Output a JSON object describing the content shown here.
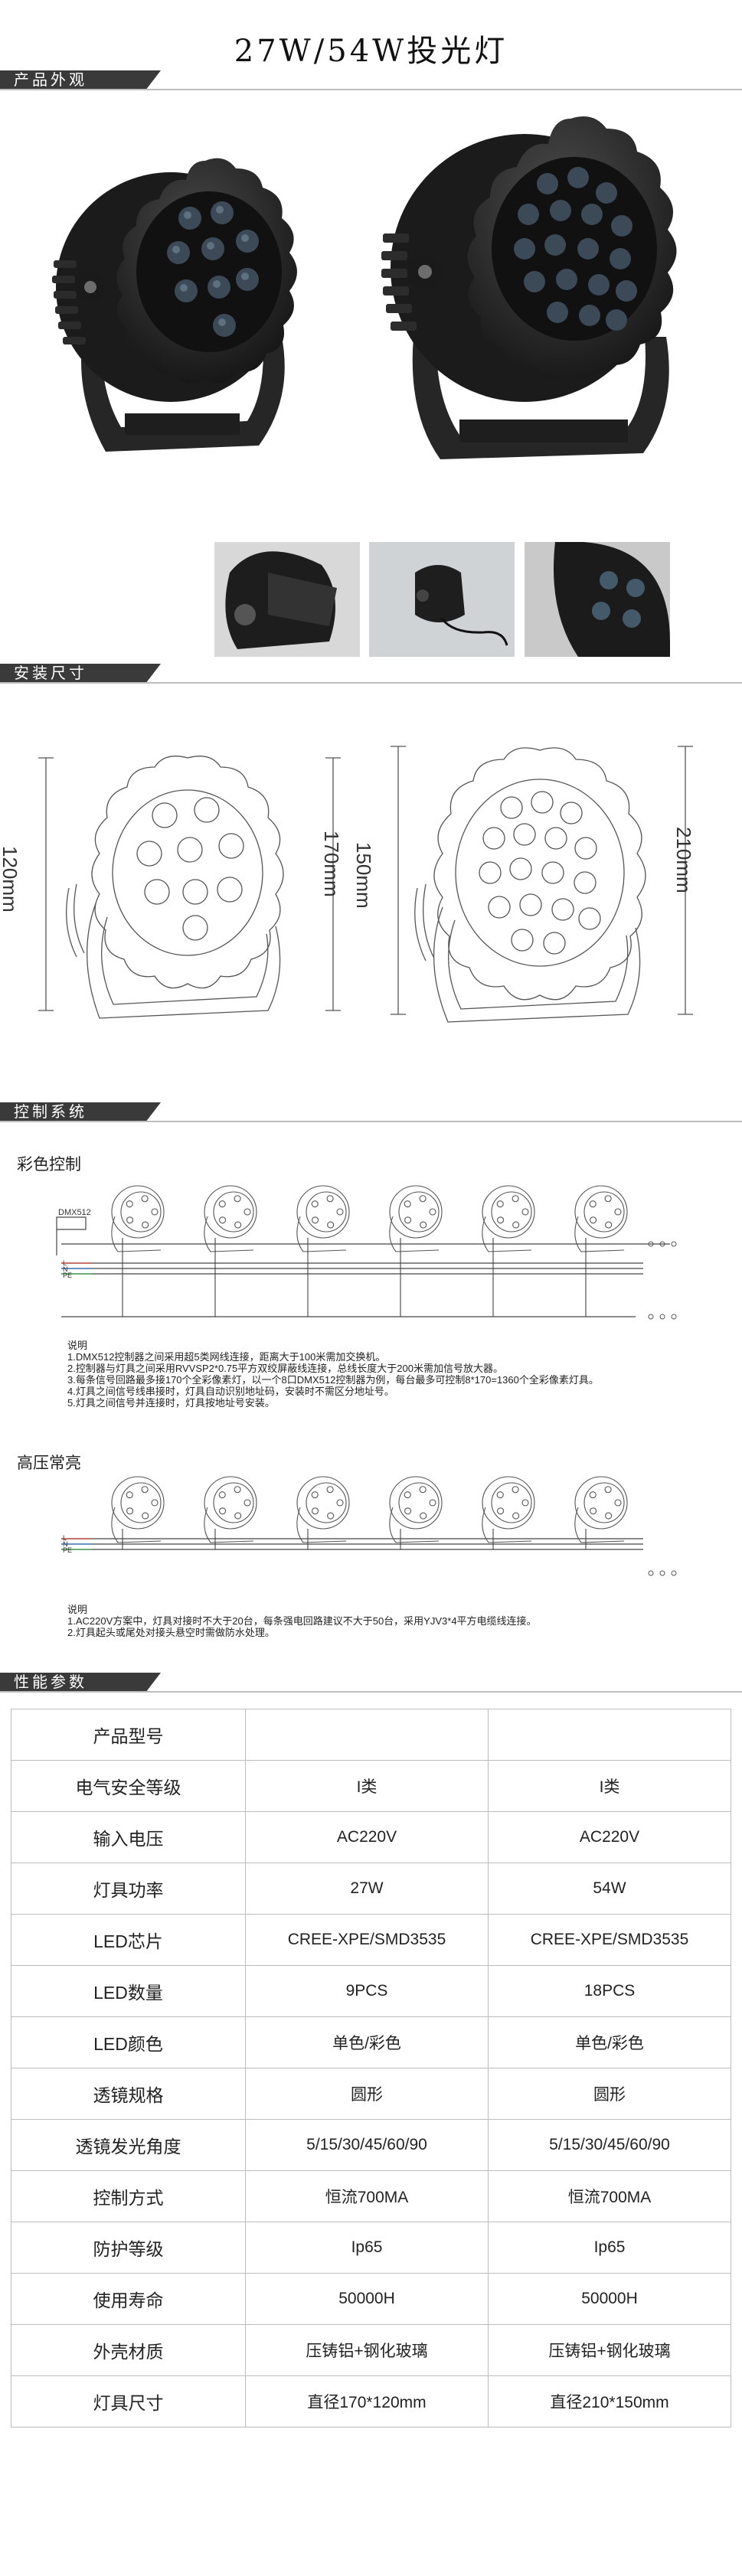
{
  "title": "27W/54W投光灯",
  "sections": {
    "appearance": "产品外观",
    "install": "安装尺寸",
    "control": "控制系统",
    "performance": "性能参数"
  },
  "dimensions": {
    "small_height": "120mm",
    "small_width": "170mm",
    "large_height": "150mm",
    "large_width": "210mm"
  },
  "control": {
    "rgb_title": "彩色控制",
    "dmx_label": "DMX512",
    "rgb_notes": [
      "说明",
      "1.DMX512控制器之间采用超5类网线连接，距离大于100米需加交换机。",
      "2.控制器与灯具之间采用RVVSP2*0.75平方双绞屏蔽线连接，总线长度大于200米需加信号放大器。",
      "3.每条信号回路最多接170个全彩像素灯，以一个8口DMX512控制器为例，每台最多可控制8*170=1360个全彩像素灯具。",
      "4.灯具之间信号线串接时，灯具自动识别地址码，安装时不需区分地址号。",
      "5.灯具之间信号并连接时，灯具按地址号安装。"
    ],
    "hv_title": "高压常亮",
    "hv_notes": [
      "说明",
      "1.AC220V方案中，灯具对接时不大于20台，每条强电回路建议不大于50台，采用YJV3*4平方电缆线连接。",
      "2.灯具起头或尾处对接头悬空时需做防水处理。"
    ],
    "wire_labels": [
      "L",
      "N",
      "PE"
    ]
  },
  "spec_table": [
    {
      "key": "产品型号",
      "v1": "",
      "v2": ""
    },
    {
      "key": "电气安全等级",
      "v1": "I类",
      "v2": "I类"
    },
    {
      "key": "输入电压",
      "v1": "AC220V",
      "v2": "AC220V"
    },
    {
      "key": "灯具功率",
      "v1": "27W",
      "v2": "54W"
    },
    {
      "key": "LED芯片",
      "v1": "CREE-XPE/SMD3535",
      "v2": "CREE-XPE/SMD3535"
    },
    {
      "key": "LED数量",
      "v1": "9PCS",
      "v2": "18PCS"
    },
    {
      "key": "LED颜色",
      "v1": "单色/彩色",
      "v2": "单色/彩色"
    },
    {
      "key": "透镜规格",
      "v1": "圆形",
      "v2": "圆形"
    },
    {
      "key": "透镜发光角度",
      "v1": "5/15/30/45/60/90",
      "v2": "5/15/30/45/60/90"
    },
    {
      "key": "控制方式",
      "v1": "恒流700MA",
      "v2": "恒流700MA"
    },
    {
      "key": "防护等级",
      "v1": "Ip65",
      "v2": "Ip65"
    },
    {
      "key": "使用寿命",
      "v1": "50000H",
      "v2": "50000H"
    },
    {
      "key": "外壳材质",
      "v1": "压铸铝+钢化玻璃",
      "v2": "压铸铝+钢化玻璃"
    },
    {
      "key": "灯具尺寸",
      "v1": "直径170*120mm",
      "v2": "直径210*150mm"
    }
  ]
}
